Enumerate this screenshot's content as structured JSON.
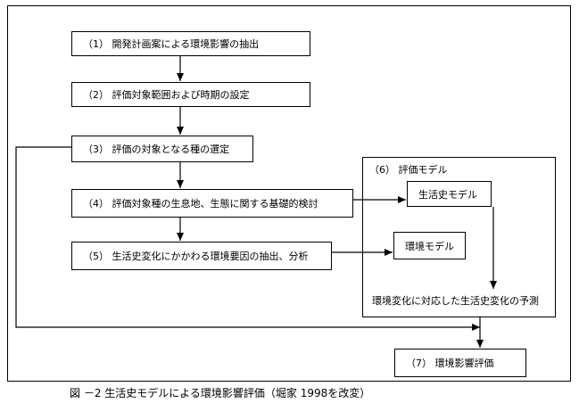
{
  "steps": {
    "s1": "（1） 開発計画案による環境影響の抽出",
    "s2": "（2） 評価対象範囲および時期の設定",
    "s3": "（3） 評価の対象となる種の選定",
    "s4": "（4） 評価対象種の生息地、生態に関する基礎的検討",
    "s5": "（5） 生活史変化にかかわる環境要因の抽出、分析",
    "s7": "（7） 環境影響評価"
  },
  "model_group": {
    "title": "（6） 評価モデル",
    "life_history_model": "生活史モデル",
    "environment_model": "環境モデル",
    "prediction": "環境変化に対応した生活史変化の予測"
  },
  "caption": "図 －2 生活史モデルによる環境影響評価（堀家 1998を改変）"
}
